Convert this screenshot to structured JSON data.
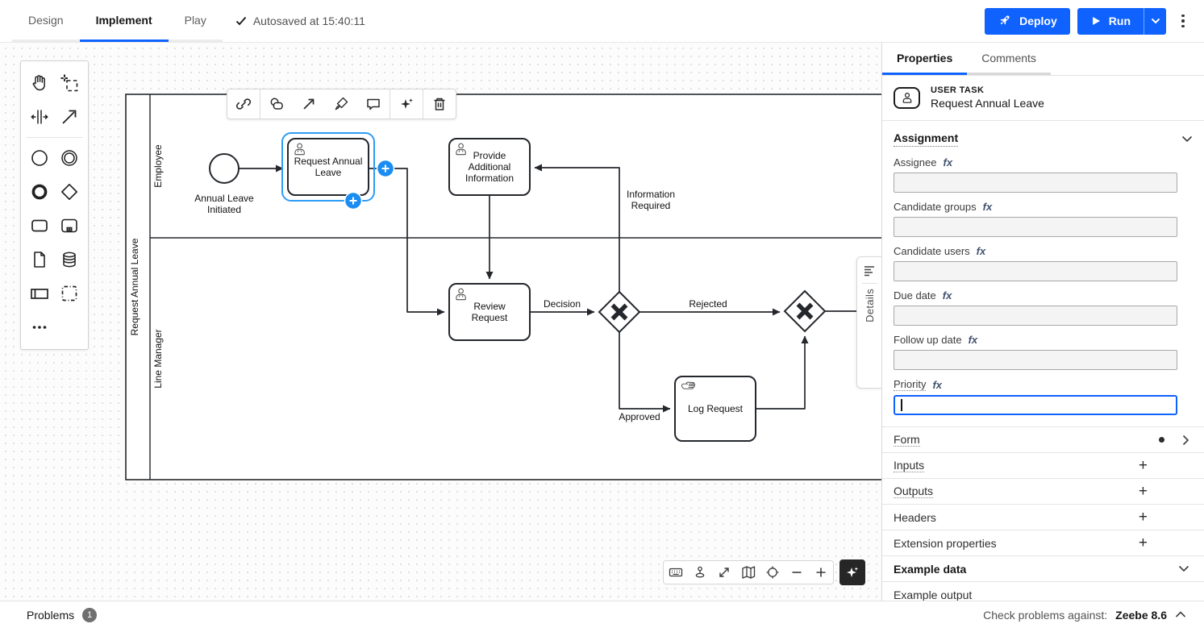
{
  "accent": "#0f62fe",
  "selection_color": "#2e9cf5",
  "header": {
    "tabs": [
      {
        "label": "Design"
      },
      {
        "label": "Implement"
      },
      {
        "label": "Play"
      }
    ],
    "autosave": "Autosaved at 15:40:11",
    "deploy_label": "Deploy",
    "run_label": "Run"
  },
  "palette": {
    "icons": [
      "hand-tool",
      "lasso-tool",
      "space-tool",
      "global-connect-tool",
      "start-event",
      "intermediate-event",
      "end-event",
      "gateway",
      "task",
      "subprocess",
      "data-object",
      "data-store",
      "participant",
      "group",
      "more-options"
    ]
  },
  "context_pad": {
    "icons": [
      "link",
      "append-element",
      "connect",
      "change-type-brush",
      "comment",
      "ai-sparkle",
      "delete-trash"
    ]
  },
  "zoom_toolbar": {
    "icons": [
      "keyboard-shortcuts",
      "joystick",
      "fit-viewport",
      "minimap",
      "reset-view-target",
      "zoom-out",
      "zoom-in"
    ]
  },
  "diagram": {
    "pool_label": "Request Annual Leave",
    "lanes": [
      "Employee",
      "Line Manager"
    ],
    "start_event_label": [
      "Annual Leave",
      "Initiated"
    ],
    "task_request": [
      "Request Annual",
      "Leave"
    ],
    "task_provide": [
      "Provide",
      "Additional",
      "Information"
    ],
    "task_review": [
      "Review",
      "Request"
    ],
    "task_log": "Log Request",
    "flow_information_required": [
      "Information",
      "Required"
    ],
    "flow_decision": "Decision",
    "flow_rejected": "Rejected",
    "flow_approved": "Approved",
    "details_tab_label": "Details"
  },
  "properties_panel": {
    "tabs": [
      "Properties",
      "Comments"
    ],
    "element": {
      "type": "USER TASK",
      "name": "Request Annual Leave"
    },
    "assignment": {
      "title": "Assignment",
      "fx_icon": "fx",
      "fields": [
        {
          "label": "Assignee",
          "value": ""
        },
        {
          "label": "Candidate groups",
          "value": ""
        },
        {
          "label": "Candidate users",
          "value": ""
        },
        {
          "label": "Due date",
          "value": ""
        },
        {
          "label": "Follow up date",
          "value": ""
        },
        {
          "label": "Priority",
          "value": "",
          "focused": true
        }
      ]
    },
    "rows": [
      {
        "label": "Form"
      },
      {
        "label": "Inputs"
      },
      {
        "label": "Outputs"
      },
      {
        "label": "Headers"
      },
      {
        "label": "Extension properties"
      },
      {
        "label": "Example data"
      },
      {
        "label": "Example output"
      }
    ]
  },
  "status_bar": {
    "problems_label": "Problems",
    "problems_count": "1",
    "check_label": "Check problems against:",
    "engine_version": "Zeebe 8.6"
  }
}
